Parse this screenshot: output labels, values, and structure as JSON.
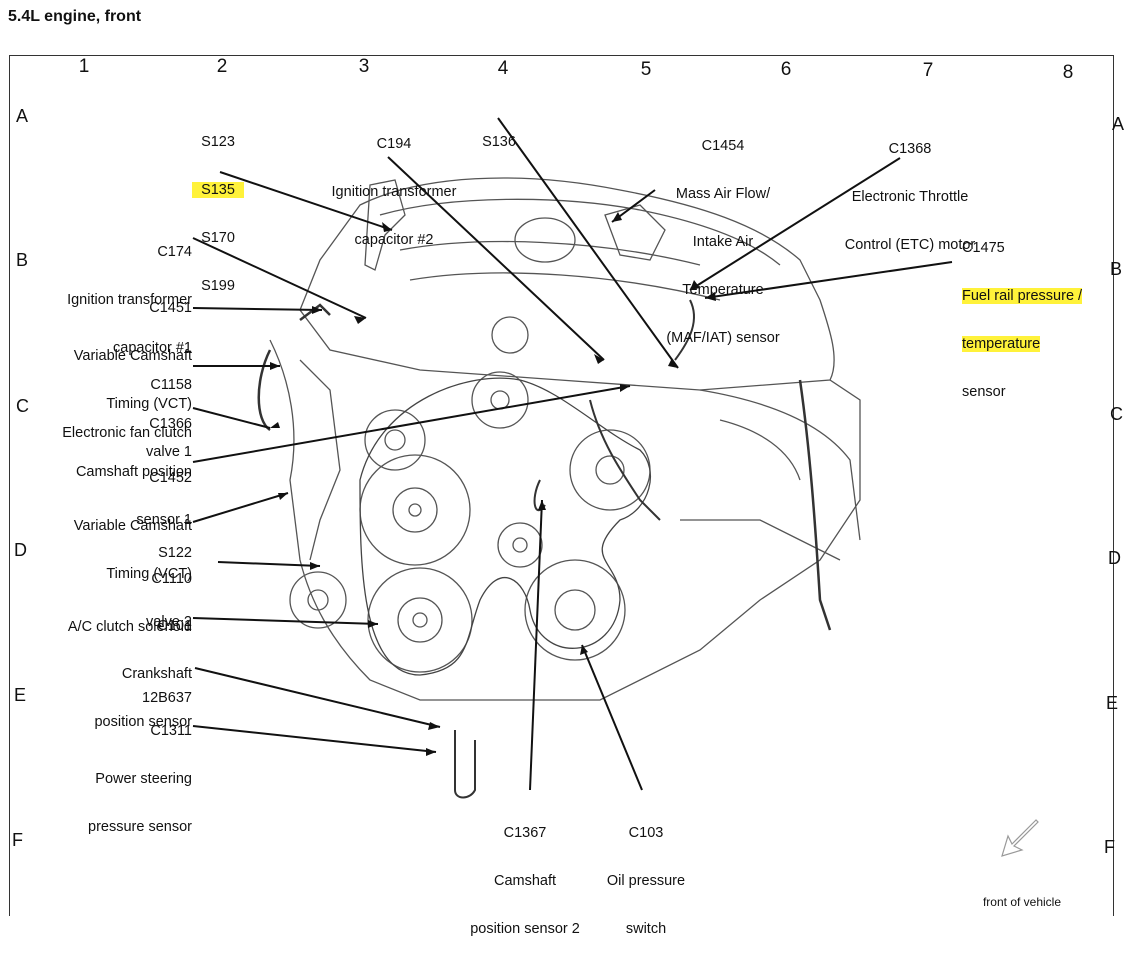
{
  "title": "5.4L engine, front",
  "grid": {
    "columns": [
      "1",
      "2",
      "3",
      "4",
      "5",
      "6",
      "7",
      "8"
    ],
    "rows": [
      "A",
      "B",
      "C",
      "D",
      "E",
      "F"
    ]
  },
  "callouts": {
    "splices_top": [
      "S123",
      "S135",
      "S170",
      "S199"
    ],
    "c194": [
      "C194",
      "Ignition transformer",
      "capacitor #2"
    ],
    "s136": [
      "S136"
    ],
    "c1454": [
      "C1454",
      "Mass Air Flow/",
      "Intake Air",
      "Temperature",
      "(MAF/IAT) sensor"
    ],
    "c1368": [
      "C1368",
      "Electronic Throttle",
      "Control (ETC) motor"
    ],
    "c174": [
      "C174",
      "Ignition transformer",
      "capacitor #1"
    ],
    "c1475": [
      "C1475",
      "Fuel rail pressure /",
      "temperature",
      "sensor"
    ],
    "c1451": [
      "C1451",
      "Variable Camshaft",
      "Timing (VCT)",
      "valve 1"
    ],
    "c1158": [
      "C1158",
      "Electronic fan clutch"
    ],
    "c1366": [
      "C1366",
      "Camshaft position",
      "sensor 1"
    ],
    "c1452": [
      "C1452",
      "Variable Camshaft",
      "Timing (VCT)",
      "valve 2"
    ],
    "s122": [
      "S122"
    ],
    "c1110": [
      "C1110",
      "A/C clutch solenoid"
    ],
    "c101": [
      "C101",
      "Crankshaft",
      "position sensor"
    ],
    "p12b637": [
      "12B637"
    ],
    "c1311": [
      "C1311",
      "Power steering",
      "pressure sensor"
    ],
    "c1367": [
      "C1367",
      "Camshaft",
      "position sensor 2"
    ],
    "c103": [
      "C103",
      "Oil pressure",
      "switch"
    ],
    "front": [
      "front of vehicle"
    ]
  },
  "colors": {
    "highlight": "#fff23a",
    "ink": "#111111"
  },
  "icons": {
    "front_arrow": "arrow-down-left-icon"
  }
}
